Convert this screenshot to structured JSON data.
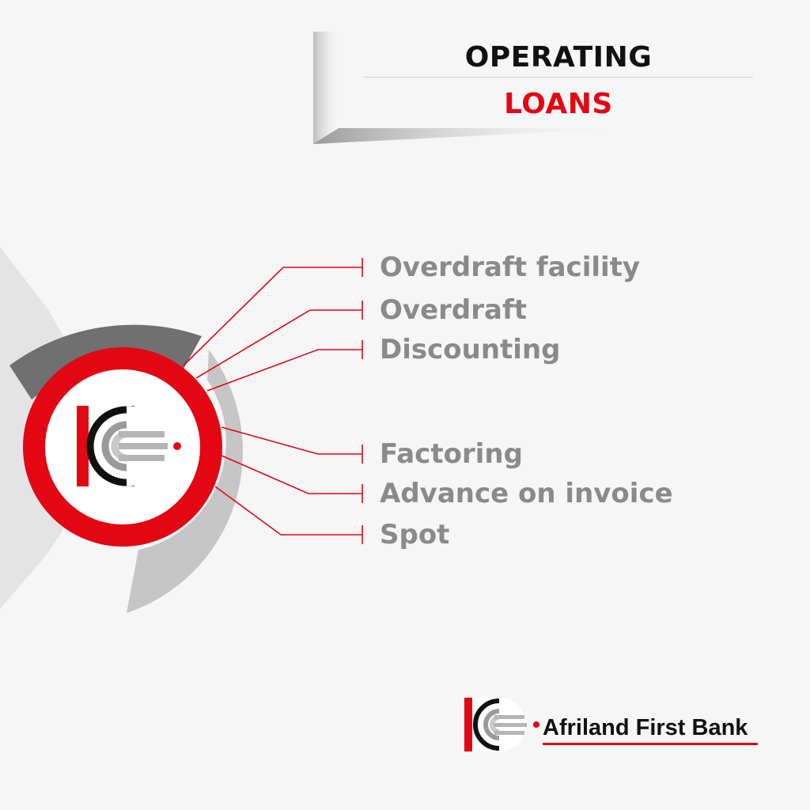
{
  "header": {
    "title_line1": "OPERATING",
    "title_line2": "LOANS"
  },
  "items": [
    {
      "label": "Overdraft facility"
    },
    {
      "label": "Overdraft"
    },
    {
      "label": "Discounting"
    },
    {
      "label": "Factoring"
    },
    {
      "label": "Advance on invoice"
    },
    {
      "label": "Spot"
    }
  ],
  "brand": {
    "name": "Afriland First Bank"
  },
  "colors": {
    "accent": "#e30613",
    "text_dark": "#111111",
    "text_gray": "#8a8a8a",
    "background": "#f6f6f6",
    "arc_dark": "#707070",
    "arc_light": "#c6c6c6"
  }
}
